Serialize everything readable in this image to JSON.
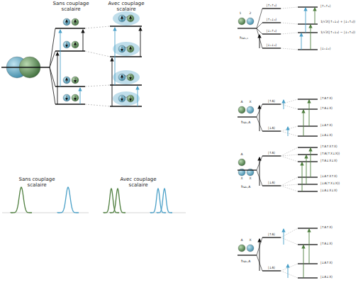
{
  "diagram": {
    "labels": [
      "Sans couplage scalaire",
      "Avec couplage scalaire",
      "Sans couplage scalaire",
      "Avec couplage scalaire",
      "1",
      "2",
      "|↑₁↑₂⟩",
      "|↑₁↓₂⟩",
      "|↓₁↑₂⟩",
      "|↓₁↓₂⟩",
      "|↑₁↑₂⟩",
      "1/√2(|↑₁↓₂⟩ + |↓₁↑₂⟩)",
      "1/√2(|↑₁↓₂⟩ − |↓₁↑₂⟩)",
      "|↓₁↓₂⟩",
      "ħω₀,₁",
      "A",
      "X",
      "|↑A⟩",
      "|↓A⟩",
      "|↑A↑X⟩",
      "|↑A↓X⟩",
      "|↓A↑X⟩",
      "|↓A↓X⟩",
      "ħω₀,A",
      "A",
      "X",
      "X",
      "|↑A⟩",
      "|↓A⟩",
      "|↑A↑X↑X⟩",
      "|↑A(↑X↓X)⟩",
      "|↑A↓X↓X⟩",
      "|↓A↑X↑X⟩",
      "|↓A(↑X↓X)⟩",
      "|↓A↓X↓X⟩",
      "ħω₀,A",
      "A",
      "X",
      "|↑A⟩",
      "|↓A⟩",
      "|↑A↑X⟩",
      "|↑A↓X⟩",
      "|↓A↑X⟩",
      "|↓A↓X⟩",
      "ħω₀,A"
    ]
  }
}
